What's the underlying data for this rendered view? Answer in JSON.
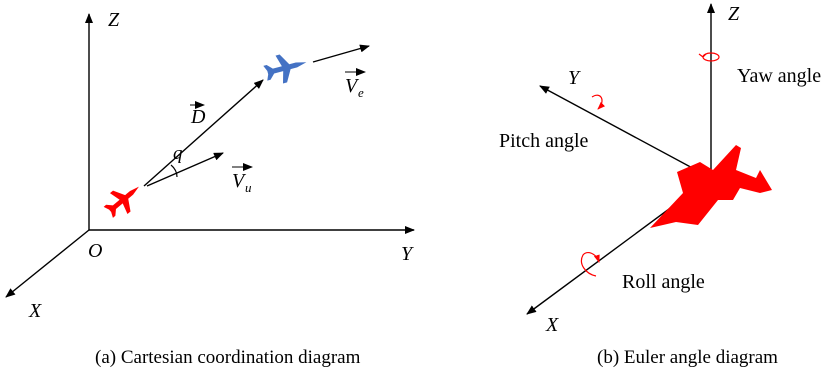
{
  "panel_a": {
    "caption": "(a) Cartesian coordination diagram",
    "axis_z": "Z",
    "axis_y": "Y",
    "axis_x": "X",
    "origin": "O",
    "vector_d": "D",
    "vector_ve": "V",
    "vector_ve_sub": "e",
    "vector_vu": "V",
    "vector_vu_sub": "u",
    "angle_q": "q",
    "pursuer_color": "#ff0000",
    "evader_color": "#4472c4"
  },
  "panel_b": {
    "caption": "(b) Euler angle diagram",
    "axis_z": "Z",
    "axis_y": "Y",
    "axis_x": "X",
    "yaw_label": "Yaw angle",
    "pitch_label": "Pitch angle",
    "roll_label": "Roll angle",
    "aircraft_color": "#ff0000",
    "rotation_arrow_color": "#ff0000"
  }
}
